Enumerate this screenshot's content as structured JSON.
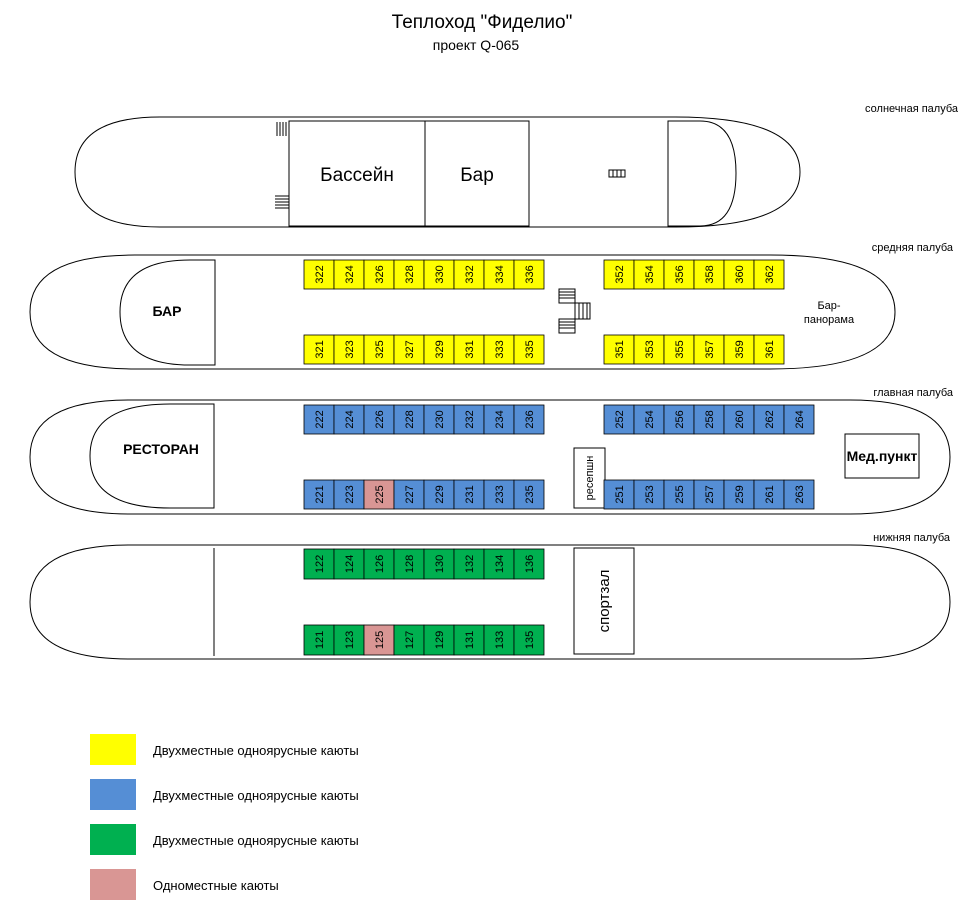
{
  "header": {
    "title": "Теплоход \"Фиделио\"",
    "subtitle": "проект Q-065"
  },
  "decks": {
    "sun": {
      "label": "солнечная палуба",
      "pool": "Бассейн",
      "bar": "Бар"
    },
    "middle": {
      "label": "средняя палуба",
      "bar": "БАР",
      "panorama_line1": "Бар-",
      "panorama_line2": "панорама",
      "cabins_top": [
        "322",
        "324",
        "326",
        "328",
        "330",
        "332",
        "334",
        "336",
        "352",
        "354",
        "356",
        "358",
        "360",
        "362"
      ],
      "cabins_bottom": [
        "321",
        "323",
        "325",
        "327",
        "329",
        "331",
        "333",
        "335",
        "351",
        "353",
        "355",
        "357",
        "359",
        "361"
      ]
    },
    "main": {
      "label": "главная палуба",
      "restaurant": "РЕСТОРАН",
      "reception": "ресепшн",
      "medical": "Мед.пункт",
      "cabins_top": [
        "222",
        "224",
        "226",
        "228",
        "230",
        "232",
        "234",
        "236",
        "252",
        "254",
        "256",
        "258",
        "260",
        "262",
        "264"
      ],
      "cabins_bottom": [
        "221",
        "223",
        "225",
        "227",
        "229",
        "231",
        "233",
        "235",
        "251",
        "253",
        "255",
        "257",
        "259",
        "261",
        "263"
      ],
      "single_cabins": [
        "225"
      ]
    },
    "lower": {
      "label": "нижняя палуба",
      "gym": "спортзал",
      "cabins_top": [
        "122",
        "124",
        "126",
        "128",
        "130",
        "132",
        "134",
        "136"
      ],
      "cabins_bottom": [
        "121",
        "123",
        "125",
        "127",
        "129",
        "131",
        "133",
        "135"
      ],
      "single_cabins": [
        "125"
      ]
    }
  },
  "legend": [
    {
      "text": "Двухместные одноярусные каюты",
      "color": "#ffff00"
    },
    {
      "text": "Двухместные одноярусные каюты",
      "color": "#558ed5"
    },
    {
      "text": "Двухместные одноярусные каюты",
      "color": "#00b050"
    },
    {
      "text": "Одноместные  каюты",
      "color": "#d99694"
    }
  ],
  "colors": {
    "middle_cabin": "#ffff00",
    "main_cabin": "#558ed5",
    "lower_cabin": "#00b050",
    "single_cabin": "#d99694"
  }
}
